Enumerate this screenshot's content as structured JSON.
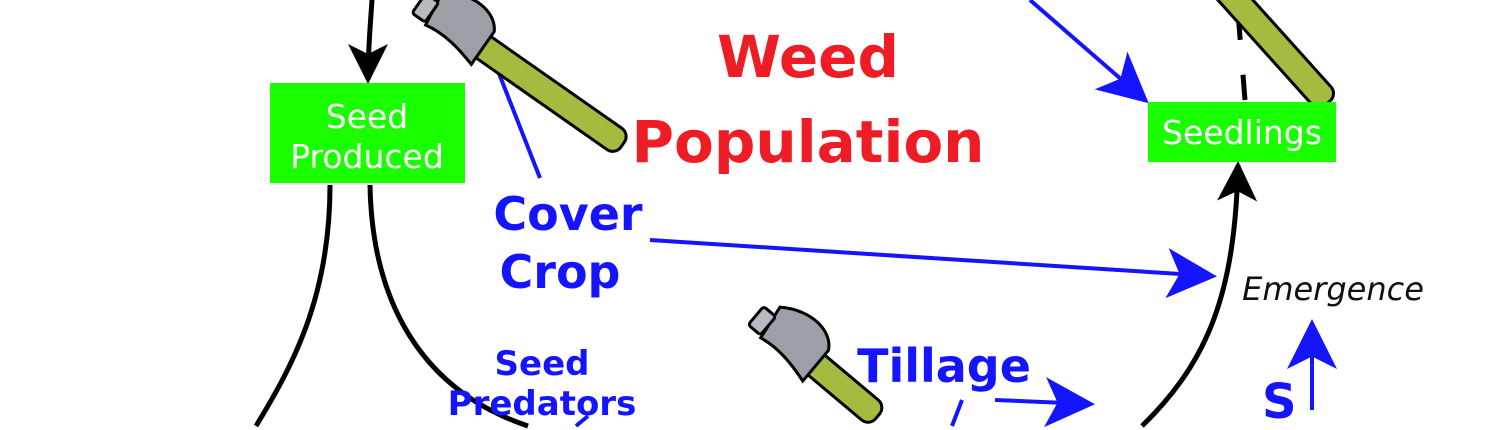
{
  "title": {
    "line1": "Weed",
    "line2": "Population"
  },
  "stages": {
    "seed_produced": {
      "line1": "Seed",
      "line2": "Produced"
    },
    "seedlings": "Seedlings",
    "emergence": "Emergence"
  },
  "tactics": {
    "cover_crop": {
      "line1": "Cover",
      "line2": "Crop"
    },
    "seed_predators": {
      "line1": "Seed",
      "line2": "Predators"
    },
    "tillage": "Tillage",
    "partial_bottom": "S"
  },
  "colors": {
    "title": "#ee1c24",
    "tactic": "#1414ff",
    "stage_box": "#19ff00",
    "handle": "#a3bb3f",
    "head": "#9aa0a6"
  }
}
